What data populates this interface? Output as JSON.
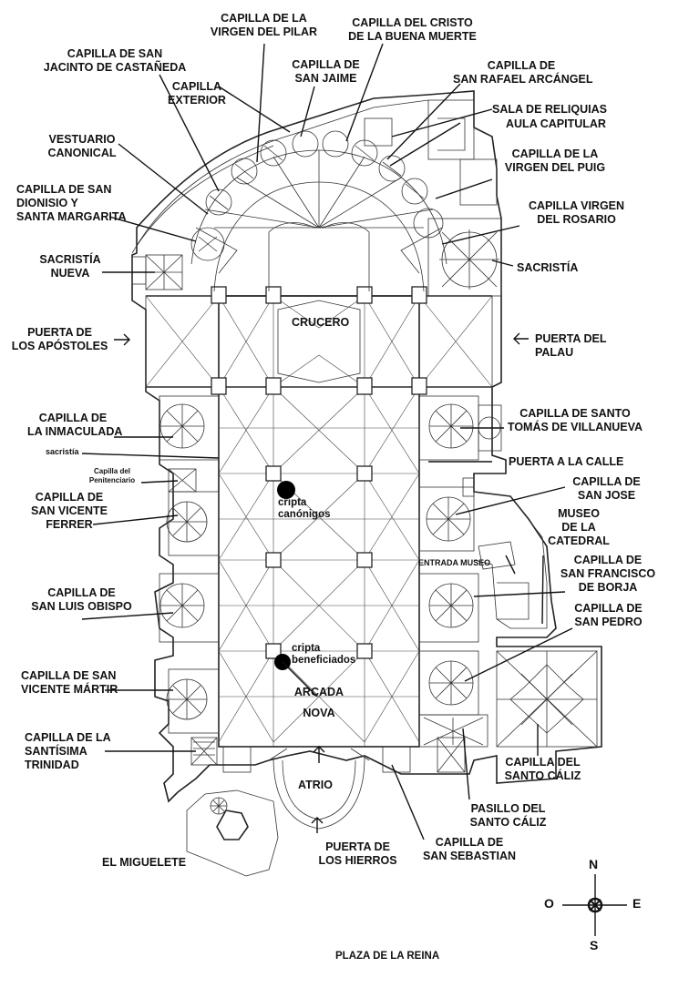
{
  "labels": {
    "virgen_pilar": [
      "CAPILLA DE LA",
      "VIRGEN DEL PILAR"
    ],
    "cristo_buena_muerte": [
      "CAPILLA DEL CRISTO",
      "DE LA BUENA MUERTE"
    ],
    "san_jacinto": [
      "CAPILLA DE SAN",
      "JACINTO DE CASTAÑEDA"
    ],
    "san_jaime": [
      "CAPILLA DE",
      "SAN JAIME"
    ],
    "san_rafael": [
      "CAPILLA DE",
      "SAN RAFAEL ARCÁNGEL"
    ],
    "capilla_exterior": [
      "CAPILLA",
      "EXTERIOR"
    ],
    "sala_reliquias": "SALA DE RELIQUIAS",
    "aula_capitular": "AULA CAPITULAR",
    "vestuario": [
      "VESTUARIO",
      "CANONICAL"
    ],
    "virgen_puig": [
      "CAPILLA DE LA",
      "VIRGEN DEL PUIG"
    ],
    "san_dionisio": [
      "CAPILLA DE SAN",
      "DIONISIO Y",
      "SANTA MARGARITA"
    ],
    "virgen_rosario": [
      "CAPILLA VIRGEN",
      "DEL ROSARIO"
    ],
    "sacristia_nueva": [
      "SACRISTÍA",
      "NUEVA"
    ],
    "sacristia": "SACRISTÍA",
    "puerta_apostoles": [
      "PUERTA DE",
      "LOS APÓSTOLES"
    ],
    "crucero": "CRUCERO",
    "puerta_palau": [
      "PUERTA DEL",
      "PALAU"
    ],
    "inmaculada": [
      "CAPILLA DE",
      "LA INMACULADA"
    ],
    "santo_tomas": [
      "CAPILLA DE SANTO",
      "TOMÁS DE VILLANUEVA"
    ],
    "sacristia_small": "sacristía",
    "puerta_calle": "PUERTA A LA CALLE",
    "penitenciario": [
      "Capilla del",
      "Penitenciario"
    ],
    "san_vicente_ferrer": [
      "CAPILLA DE",
      "SAN VICENTE",
      "FERRER"
    ],
    "cripta_canonigos": [
      "cripta",
      "canónigos"
    ],
    "san_jose": [
      "CAPILLA DE",
      "SAN JOSE"
    ],
    "museo": [
      "MUSEO",
      "DE LA",
      "CATEDRAL"
    ],
    "entrada_museo": "ENTRADA MUSEO",
    "san_francisco": [
      "CAPILLA DE",
      "SAN FRANCISCO",
      "DE BORJA"
    ],
    "san_luis": [
      "CAPILLA DE",
      "SAN LUIS OBISPO"
    ],
    "san_pedro": [
      "CAPILLA DE",
      "SAN PEDRO"
    ],
    "cripta_beneficiados": [
      "cripta",
      "beneficiados"
    ],
    "san_vicente_martir": [
      "CAPILLA DE SAN",
      "VICENTE MÁRTIR"
    ],
    "arcada_nova": [
      "ARCADA",
      "NOVA"
    ],
    "santisima_trinidad": [
      "CAPILLA DE LA",
      "SANTÍSIMA",
      "TRINIDAD"
    ],
    "santo_caliz": [
      "CAPILLA DEL",
      "SANTO CÁLIZ"
    ],
    "atrio": "ATRIO",
    "pasillo_caliz": [
      "PASILLO DEL",
      "SANTO CÁLIZ"
    ],
    "miguelete": "EL MIGUELETE",
    "puerta_hierros": [
      "PUERTA DE",
      "LOS HIERROS"
    ],
    "san_sebastian": [
      "CAPILLA DE",
      "SAN SEBASTIAN"
    ],
    "plaza_reina": "PLAZA DE LA REINA"
  },
  "compass": {
    "n": "N",
    "s": "S",
    "e": "E",
    "o": "O"
  }
}
